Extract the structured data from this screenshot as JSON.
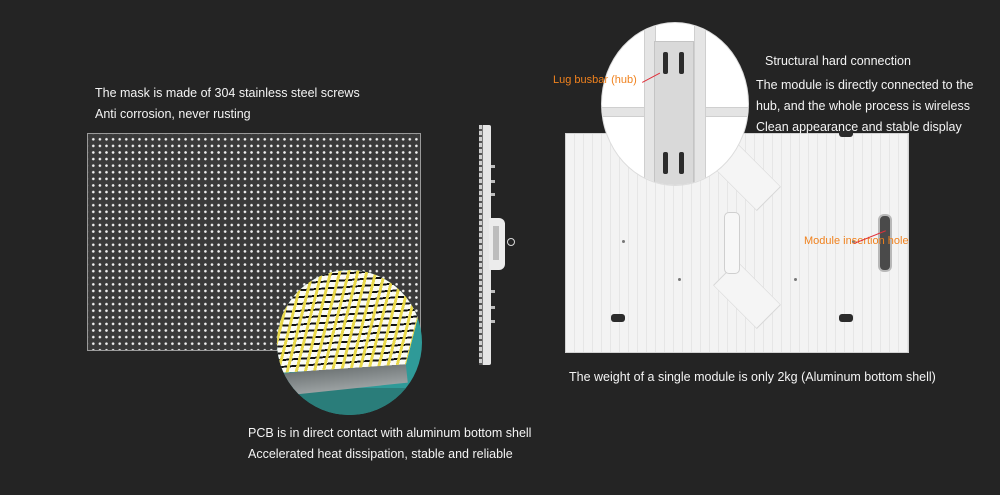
{
  "left_section": {
    "mask_caption": {
      "line1": "The mask is made of 304 stainless steel screws",
      "line2": "Anti corrosion, never rusting"
    },
    "pcb_caption": {
      "line1": "PCB is in direct contact with aluminum bottom shell",
      "line2": "Accelerated heat dissipation, stable and reliable"
    }
  },
  "right_section": {
    "connection_title": "Structural hard connection",
    "connection_caption": {
      "line1": "The module is directly connected to the",
      "line2": "hub, and the whole process is wireless",
      "line3": "Clean appearance and stable display"
    },
    "hub_label": "Lug busbar (hub)",
    "insertion_label": "Module insertion hole",
    "weight_caption": "The weight of a single module is only 2kg (Aluminum bottom shell)"
  },
  "colors": {
    "background": "#242424",
    "text": "#f4f4f4",
    "annotation": "#f0821e",
    "pointer_line": "#e0303a"
  }
}
